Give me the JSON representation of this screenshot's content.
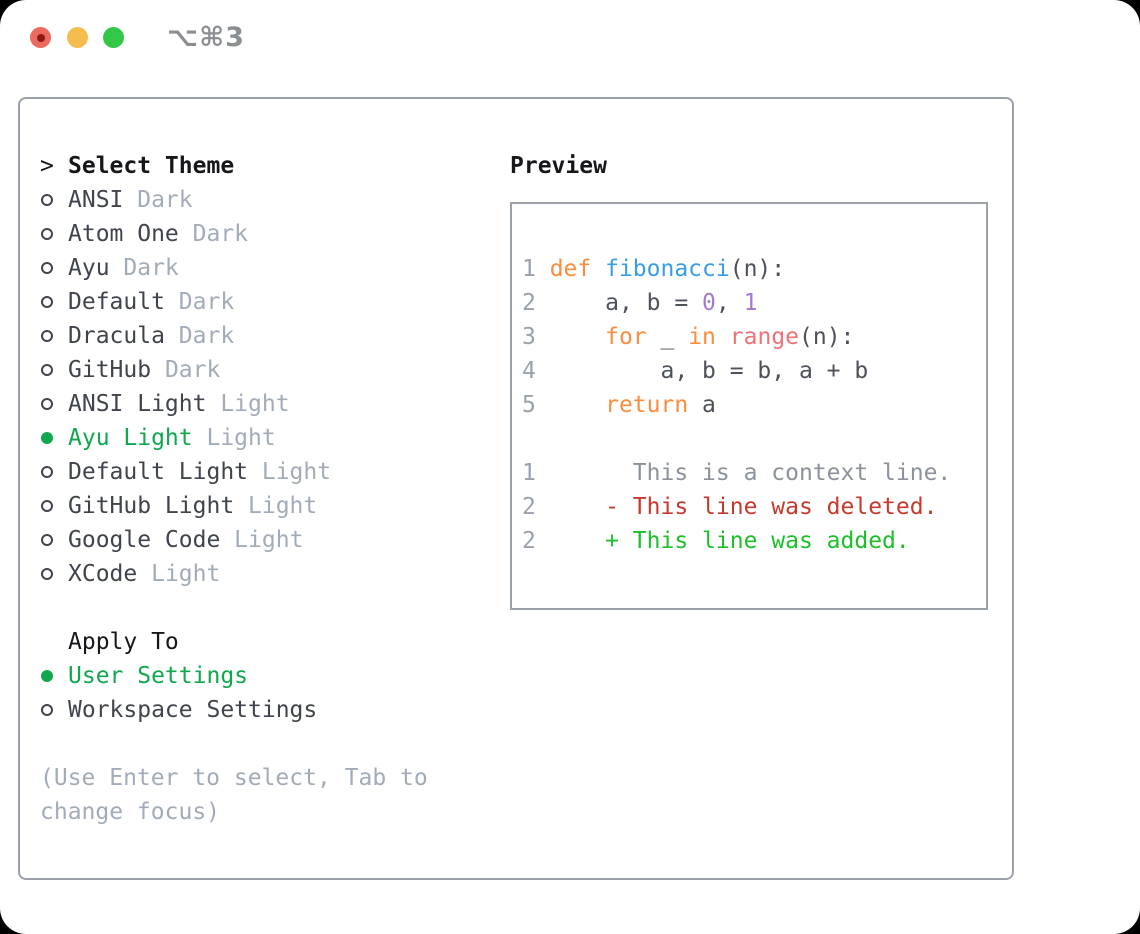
{
  "window": {
    "title": "⌥⌘3",
    "traffic_lights": [
      "close-button",
      "minimize-button",
      "zoom-button"
    ]
  },
  "panel": {
    "list": {
      "cursor": ">",
      "title": "Select Theme",
      "items": [
        {
          "name": "ANSI",
          "variant": "Dark",
          "selected": false
        },
        {
          "name": "Atom One",
          "variant": "Dark",
          "selected": false
        },
        {
          "name": "Ayu",
          "variant": "Dark",
          "selected": false
        },
        {
          "name": "Default",
          "variant": "Dark",
          "selected": false
        },
        {
          "name": "Dracula",
          "variant": "Dark",
          "selected": false
        },
        {
          "name": "GitHub",
          "variant": "Dark",
          "selected": false
        },
        {
          "name": "ANSI Light",
          "variant": "Light",
          "selected": false
        },
        {
          "name": "Ayu Light",
          "variant": "Light",
          "selected": true
        },
        {
          "name": "Default Light",
          "variant": "Light",
          "selected": false
        },
        {
          "name": "GitHub Light",
          "variant": "Light",
          "selected": false
        },
        {
          "name": "Google Code",
          "variant": "Light",
          "selected": false
        },
        {
          "name": "XCode",
          "variant": "Light",
          "selected": false
        }
      ]
    },
    "apply_to": {
      "title": "Apply To",
      "options": [
        {
          "label": "User Settings",
          "selected": true
        },
        {
          "label": "Workspace Settings",
          "selected": false
        }
      ]
    },
    "hint_lines": [
      "(Use Enter to select, Tab to",
      "change focus)"
    ],
    "preview": {
      "title": "Preview",
      "lines": [
        {
          "tokens": [
            {
              "t": "1 ",
              "c": "lineno"
            },
            {
              "t": "def ",
              "c": "keyword"
            },
            {
              "t": "fibonacci",
              "c": "function"
            },
            {
              "t": "(n):",
              "c": "plain"
            }
          ]
        },
        {
          "tokens": [
            {
              "t": "2 ",
              "c": "lineno"
            },
            {
              "t": "    a, b = ",
              "c": "plain"
            },
            {
              "t": "0",
              "c": "number"
            },
            {
              "t": ", ",
              "c": "plain"
            },
            {
              "t": "1",
              "c": "number"
            }
          ]
        },
        {
          "tokens": [
            {
              "t": "3 ",
              "c": "lineno"
            },
            {
              "t": "    ",
              "c": "plain"
            },
            {
              "t": "for",
              "c": "keyword"
            },
            {
              "t": " _ ",
              "c": "plain"
            },
            {
              "t": "in",
              "c": "keyword"
            },
            {
              "t": " ",
              "c": "plain"
            },
            {
              "t": "range",
              "c": "builtin"
            },
            {
              "t": "(n):",
              "c": "plain"
            }
          ]
        },
        {
          "tokens": [
            {
              "t": "4 ",
              "c": "lineno"
            },
            {
              "t": "        a, b = b, a + b",
              "c": "plain"
            }
          ]
        },
        {
          "tokens": [
            {
              "t": "5 ",
              "c": "lineno"
            },
            {
              "t": "    ",
              "c": "plain"
            },
            {
              "t": "return",
              "c": "keyword"
            },
            {
              "t": " a",
              "c": "plain"
            }
          ]
        },
        {
          "tokens": [
            {
              "t": " ",
              "c": "plain"
            }
          ]
        },
        {
          "tokens": [
            {
              "t": "1 ",
              "c": "lineno"
            },
            {
              "t": "      This is a context line.",
              "c": "context"
            }
          ]
        },
        {
          "tokens": [
            {
              "t": "2 ",
              "c": "lineno"
            },
            {
              "t": "    - This line was deleted.",
              "c": "deleted"
            }
          ]
        },
        {
          "tokens": [
            {
              "t": "2 ",
              "c": "lineno"
            },
            {
              "t": "    + This line was added.",
              "c": "added"
            }
          ]
        }
      ]
    }
  },
  "colors": {
    "selection_green": "#0FA84E",
    "added_green": "#1DC02B",
    "deleted_red": "#C7392C",
    "keyword_orange": "#FA8D3E",
    "function_blue": "#399EE6",
    "number_purple": "#A37ACC",
    "builtin_coral": "#F07178",
    "plain_code": "#4C515A",
    "line_number_gray": "#99A1AD",
    "variant_gray": "#A2ACB9",
    "border_gray": "#9BA1A9",
    "traffic_red": "#ED6A5F",
    "traffic_yellow": "#F5BD4F",
    "traffic_green": "#33C748"
  }
}
